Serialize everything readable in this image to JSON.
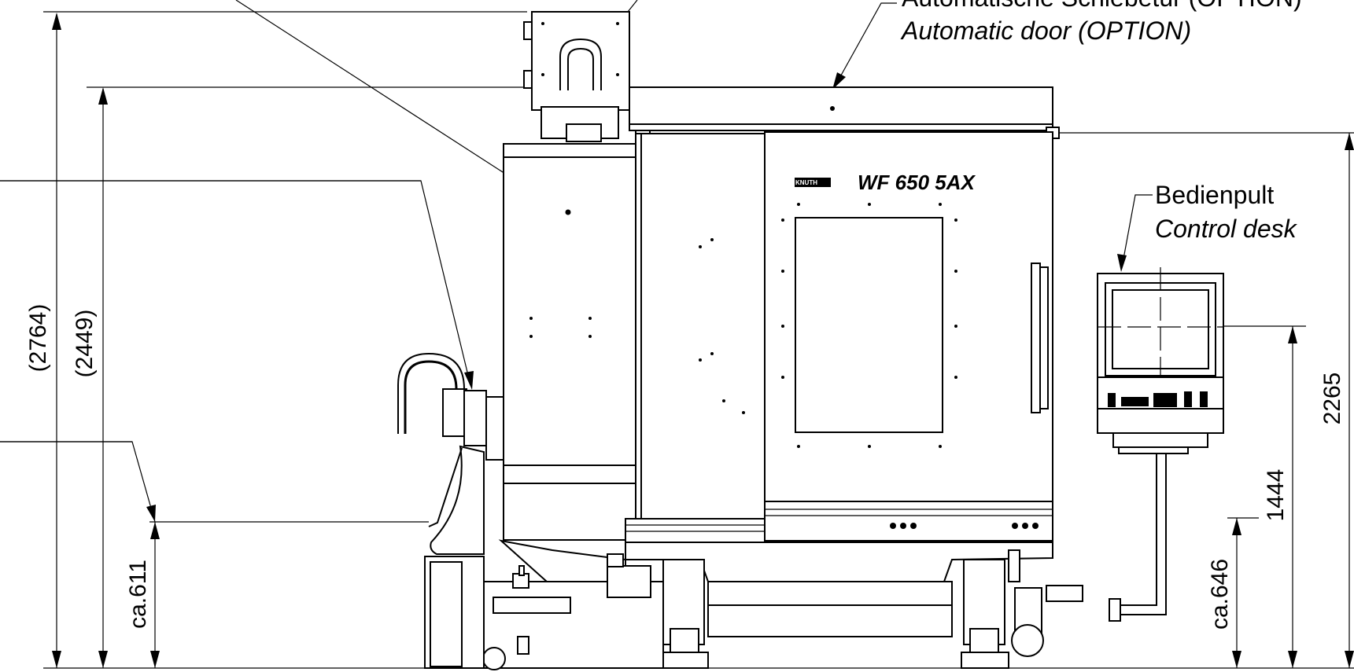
{
  "labels": {
    "door_de": "Automatische Schiebetür (OPTION)",
    "door_en": "Automatic door (OPTION)",
    "desk_de": "Bedienpult",
    "desk_en": "Control desk"
  },
  "machine": {
    "model": "WF 650 5AX",
    "brand": "KNUTH"
  },
  "dimensions": {
    "total_height": "(2764)",
    "cabin_height": "(2449)",
    "enclosure_height": "2265",
    "desk_height": "1444",
    "left_height": "ca.611",
    "right_height": "ca.646"
  }
}
